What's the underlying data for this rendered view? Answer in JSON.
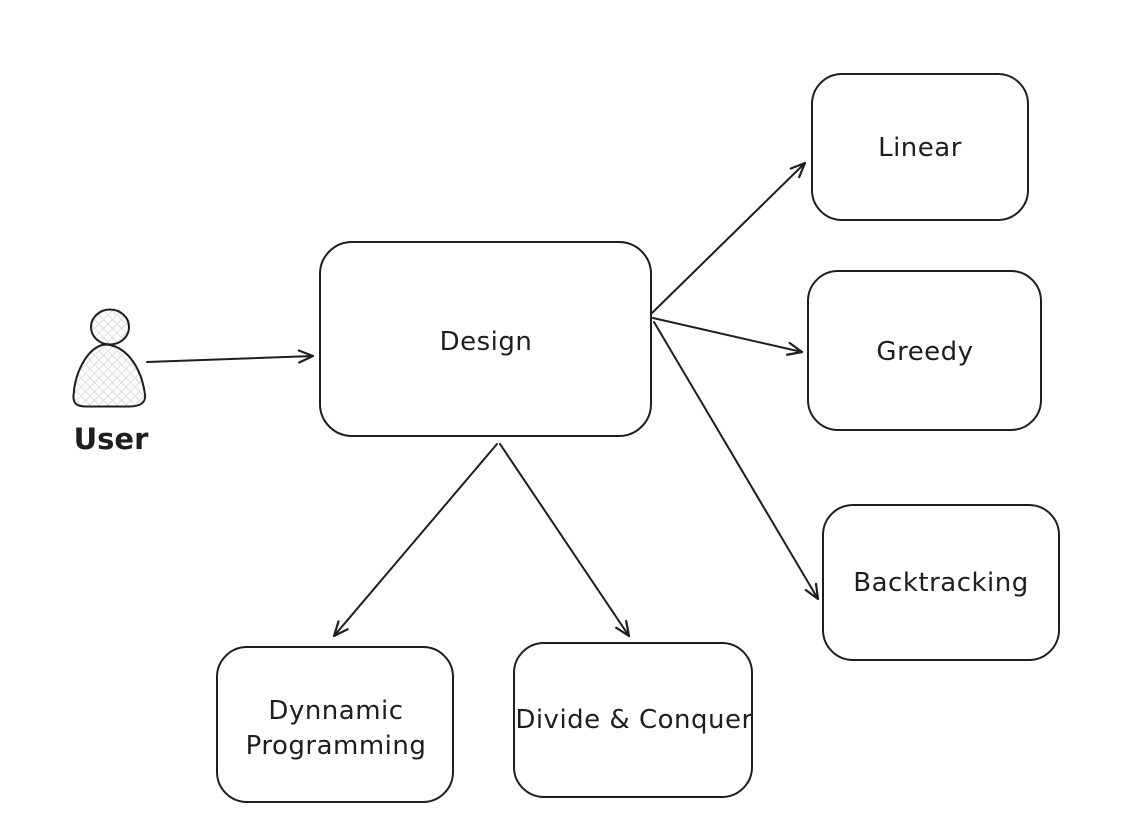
{
  "diagram": {
    "background_color": "#ffffff",
    "stroke_color": "#1e1e1e",
    "hatch_color": "#d9d9d9",
    "nodes": {
      "user": {
        "label": "User"
      },
      "design": {
        "label": "Design"
      },
      "linear": {
        "label": "Linear"
      },
      "greedy": {
        "label": "Greedy"
      },
      "backtracking": {
        "label": "Backtracking"
      },
      "dynamic_programming": {
        "label": "Dynnamic Programming",
        "label_line1": "Dynnamic",
        "label_line2": "Programming"
      },
      "divide_and_conquer": {
        "label": "Divide & Conquer"
      }
    },
    "edges": [
      {
        "from": "user",
        "to": "design"
      },
      {
        "from": "design",
        "to": "linear"
      },
      {
        "from": "design",
        "to": "greedy"
      },
      {
        "from": "design",
        "to": "backtracking"
      },
      {
        "from": "design",
        "to": "dynamic_programming"
      },
      {
        "from": "design",
        "to": "divide_and_conquer"
      }
    ]
  }
}
